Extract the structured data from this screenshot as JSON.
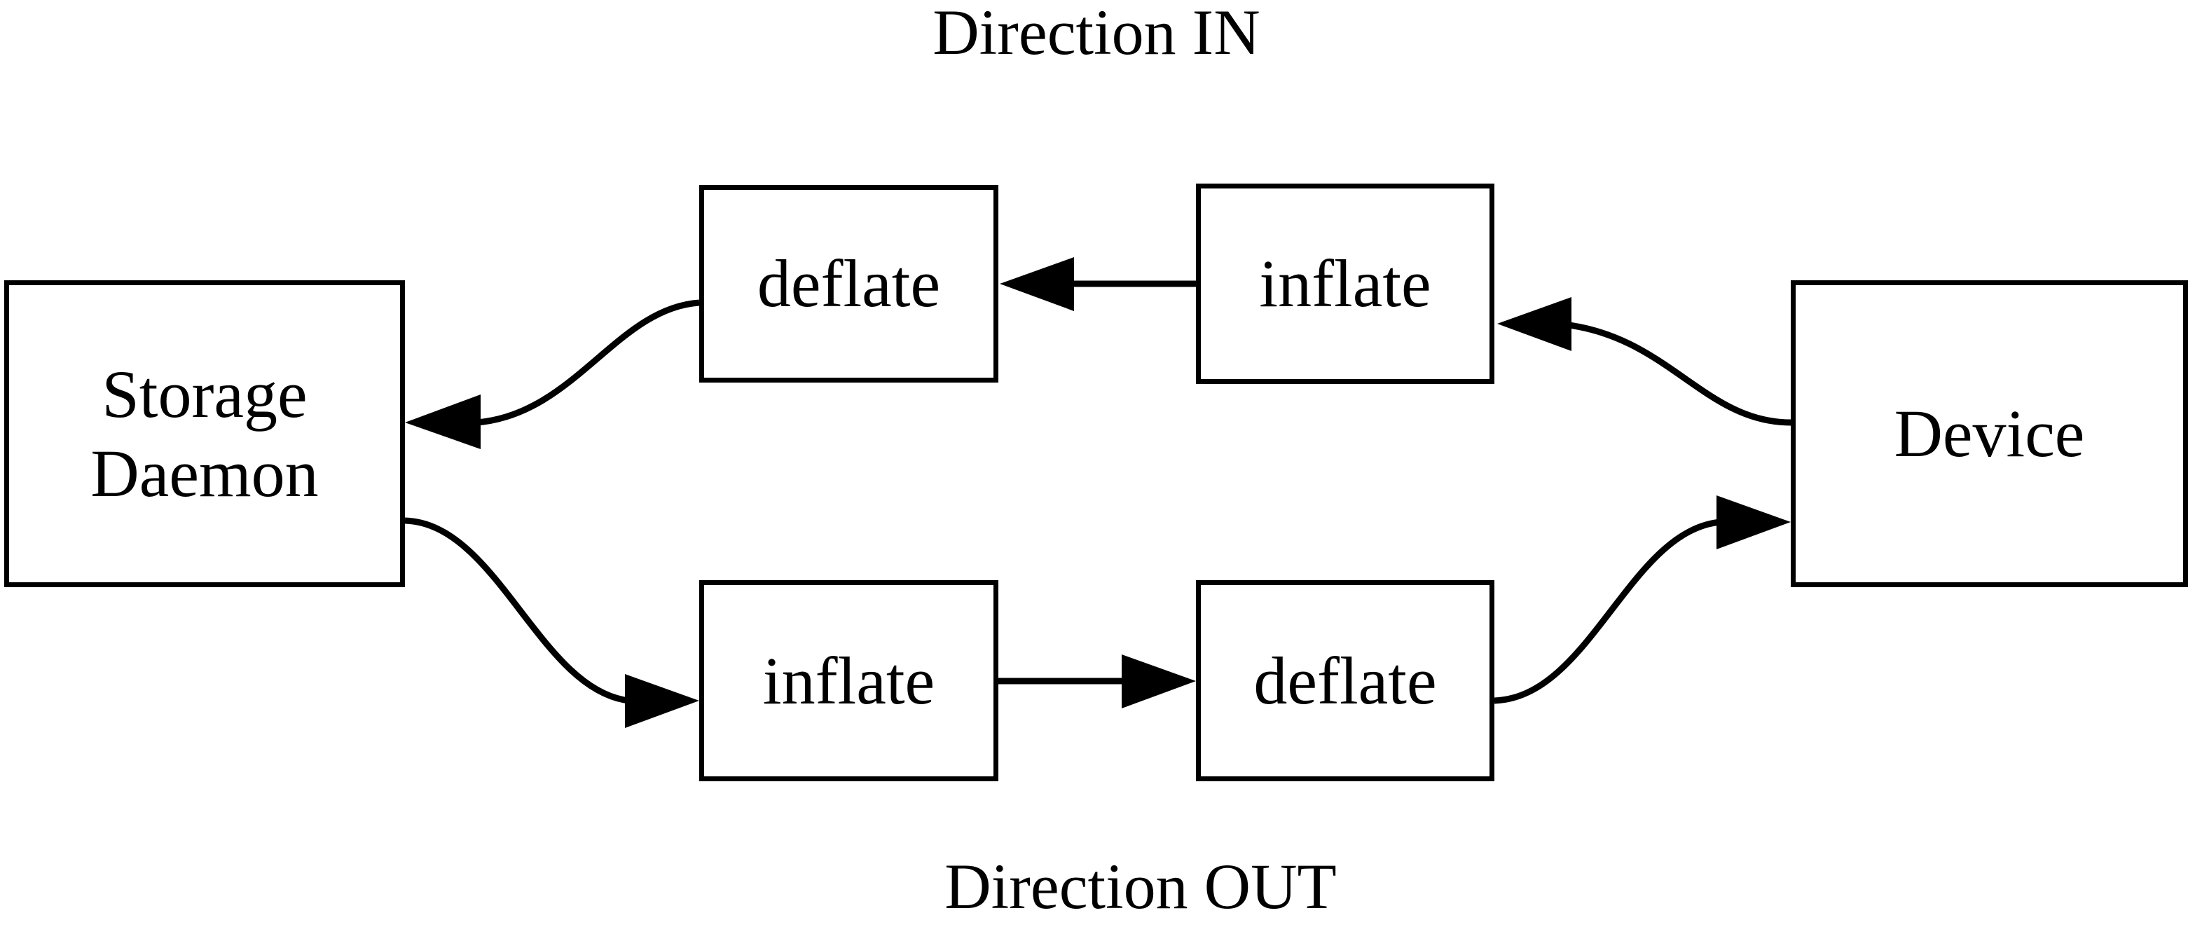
{
  "diagram": {
    "title_top": "Direction IN",
    "title_bottom": "Direction OUT",
    "stroke_color": "#000000",
    "background_color": "#ffffff",
    "nodes": [
      {
        "id": "storage-daemon",
        "label_line1": "Storage",
        "label_line2": "Daemon"
      },
      {
        "id": "deflate-in",
        "label": "deflate"
      },
      {
        "id": "inflate-in",
        "label": "inflate"
      },
      {
        "id": "device",
        "label": "Device"
      },
      {
        "id": "inflate-out",
        "label": "inflate"
      },
      {
        "id": "deflate-out",
        "label": "deflate"
      }
    ],
    "edges": [
      {
        "id": "device-to-inflate-in",
        "from": "device",
        "to": "inflate-in",
        "style": "curved",
        "direction": "left"
      },
      {
        "id": "inflate-in-to-deflate-in",
        "from": "inflate-in",
        "to": "deflate-in",
        "style": "straight",
        "direction": "left"
      },
      {
        "id": "deflate-in-to-storage",
        "from": "deflate-in",
        "to": "storage-daemon",
        "style": "curved",
        "direction": "left"
      },
      {
        "id": "storage-to-inflate-out",
        "from": "storage-daemon",
        "to": "inflate-out",
        "style": "curved",
        "direction": "right"
      },
      {
        "id": "inflate-out-to-deflate-out",
        "from": "inflate-out",
        "to": "deflate-out",
        "style": "straight",
        "direction": "right"
      },
      {
        "id": "deflate-out-to-device",
        "from": "deflate-out",
        "to": "device",
        "style": "curved",
        "direction": "right"
      }
    ]
  }
}
